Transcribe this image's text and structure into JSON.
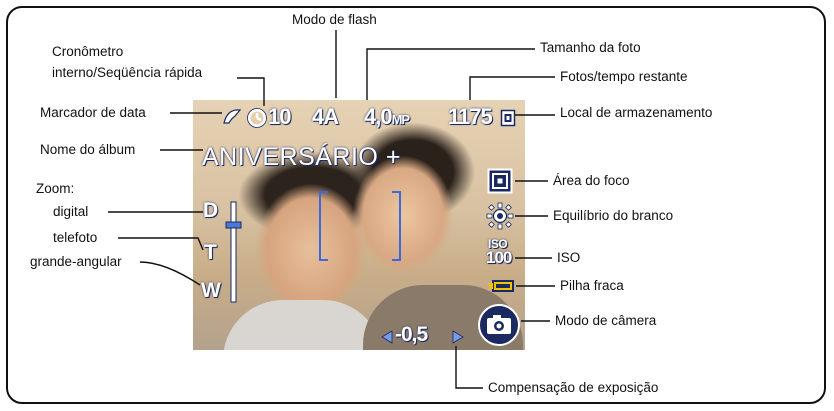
{
  "screen": {
    "date_stamp_icon": "date-stamp-icon",
    "self_timer_icon": "self-timer-icon",
    "burst_count": "10",
    "flash_mode": "4A",
    "picture_size": "4,0",
    "picture_size_unit": "MP",
    "pictures_remaining": "1175",
    "album_name": "ANIVERSÁRIO +",
    "zoom_marks": [
      "D",
      "T",
      "W"
    ],
    "iso_top": "ISO",
    "iso_value": "100",
    "exposure_value": "-0,5",
    "colors": {
      "overlay_blue": "#1f3ea8",
      "battery_yellow": "#f2c200"
    }
  },
  "callouts": {
    "flash_mode": "Modo de flash",
    "self_timer_line1": "Cronômetro",
    "self_timer_line2": "interno/Seqüência rápida",
    "picture_size": "Tamanho da foto",
    "pictures_remaining": "Fotos/tempo restante",
    "date_stamp": "Marcador de data",
    "storage_location": "Local de armazenamento",
    "album_name": "Nome do álbum",
    "zoom_title": "Zoom:",
    "zoom_digital": "digital",
    "zoom_telephoto": "telefoto",
    "zoom_wide": "grande-angular",
    "focus_area": "Área do foco",
    "white_balance": "Equilíbrio do branco",
    "iso": "ISO",
    "low_battery": "Pilha fraca",
    "camera_mode": "Modo de câmera",
    "exposure_compensation": "Compensação de exposição"
  }
}
